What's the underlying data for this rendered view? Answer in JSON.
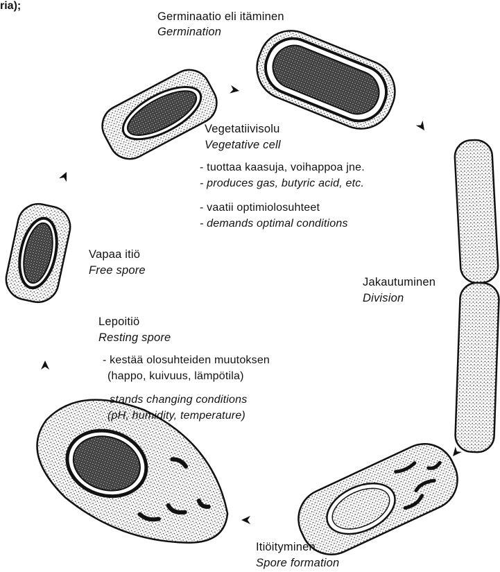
{
  "corner_text": "ria);",
  "stages": {
    "germination": {
      "fi": "Germinaatio eli itäminen",
      "en": "Germination"
    },
    "vegetative": {
      "fi": "Vegetatiivisolu",
      "en": "Vegetative cell",
      "bullets": [
        {
          "text": "- tuottaa kaasuja, voihappoa jne.",
          "italic": false
        },
        {
          "text": "- produces gas, butyric acid, etc.",
          "italic": true
        },
        {
          "text": "- vaatii optimiolosuhteet",
          "italic": false
        },
        {
          "text": "- demands optimal conditions",
          "italic": true
        }
      ]
    },
    "free_spore": {
      "fi": "Vapaa itiö",
      "en": "Free spore"
    },
    "division": {
      "fi": "Jakautuminen",
      "en": "Division"
    },
    "resting_spore": {
      "fi": "Lepoitiö",
      "en": "Resting spore",
      "bullets": [
        {
          "text": "- kestää olosuhteiden muutoksen",
          "italic": false
        },
        {
          "text": "(happo, kuivuus, lämpötila)",
          "italic": false
        },
        {
          "text": "- stands changing conditions",
          "italic": true
        },
        {
          "text": "(pH, humidity, temperature)",
          "italic": true
        }
      ]
    },
    "spore_formation": {
      "fi": "Itiöityminen",
      "en": "Spore formation"
    }
  },
  "colors": {
    "ink": "#111111",
    "stipple": "#555555",
    "paper": "#ffffff"
  }
}
